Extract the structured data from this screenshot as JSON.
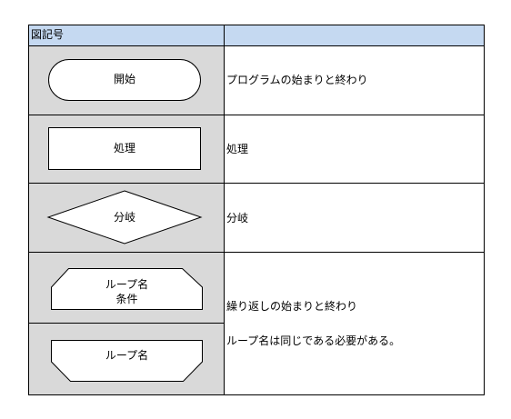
{
  "table": {
    "header": {
      "col1": "図記号",
      "col2": ""
    },
    "rows": [
      {
        "symbol_label": "開始",
        "description": "プログラムの始まりと終わり"
      },
      {
        "symbol_label": "処理",
        "description": "処理"
      },
      {
        "symbol_label": "分岐",
        "description": "分岐"
      }
    ],
    "loop": {
      "start_label_line1": "ループ名",
      "start_label_line2": "条件",
      "end_label": "ループ名",
      "description_line1": "繰り返しの始まりと終わり",
      "description_line2": "ループ名は同じである必要がある。"
    }
  },
  "colors": {
    "header_bg": "#c5d9f1",
    "symbol_bg": "#d9d9d9",
    "line": "#000000"
  }
}
